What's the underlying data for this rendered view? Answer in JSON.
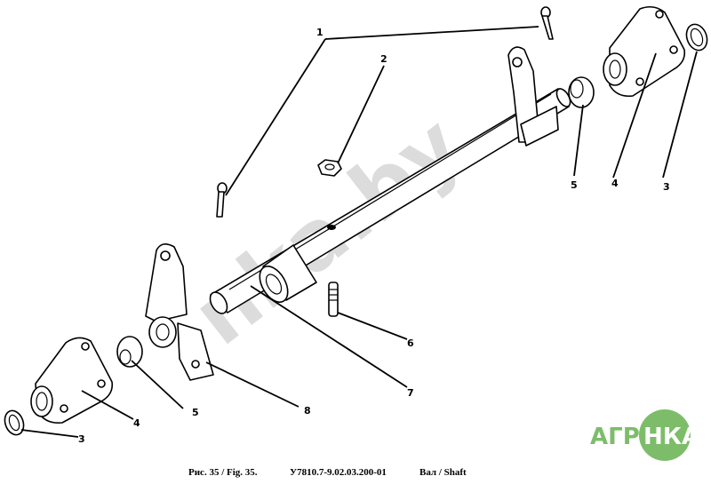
{
  "diagram": {
    "callouts": [
      "1",
      "2",
      "3",
      "4",
      "5",
      "6",
      "7",
      "8"
    ]
  },
  "watermark": {
    "text": "nka.by"
  },
  "logo": {
    "left": "АГРО",
    "right": "НКА"
  },
  "caption": {
    "figure": "Рис. 35 / Fig. 35.",
    "code": "У7810.7-9.02.03.200-01",
    "title": "Вал / Shaft"
  },
  "colors": {
    "ink": "#000000",
    "logo_green": "#7dbd6a",
    "watermark": "#dcdcdc"
  }
}
